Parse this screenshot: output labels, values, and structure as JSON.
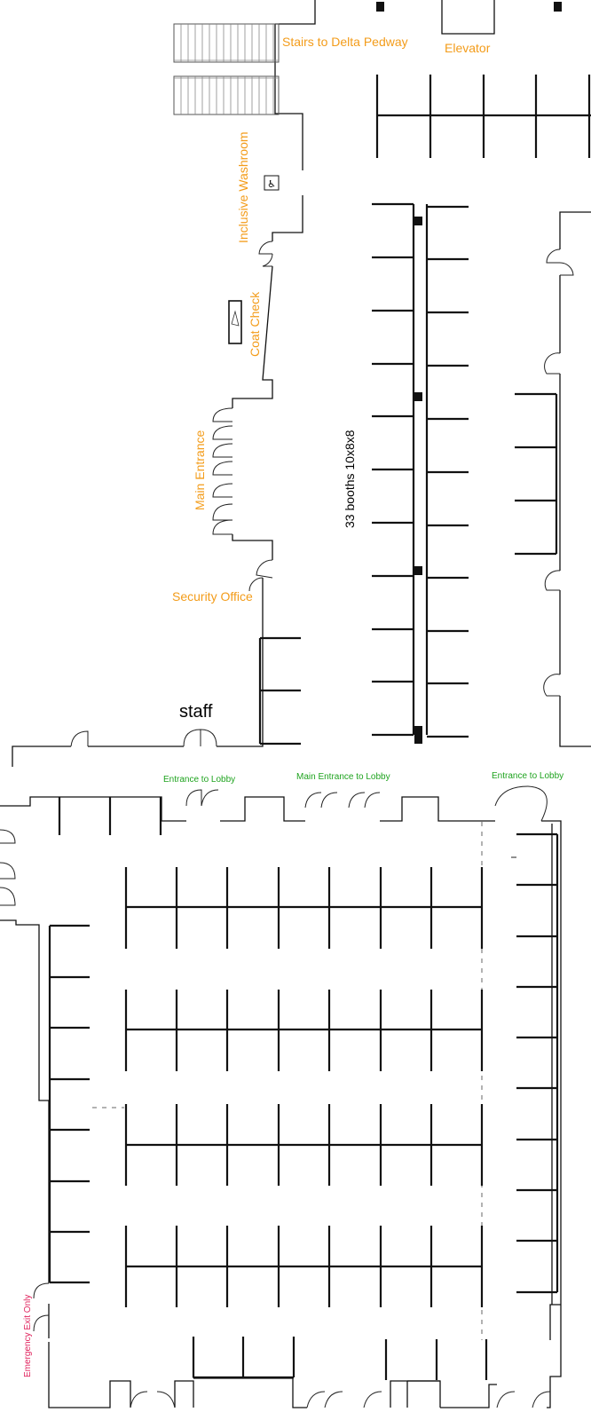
{
  "labels": {
    "stairs": "Stairs to Delta Pedway",
    "elevator": "Elevator",
    "washroom": "Inclusive Washroom",
    "coat_check": "Coat Check",
    "main_entrance": "Main Entrance",
    "security_office": "Security Office",
    "staff": "staff",
    "booths_note": "33  booths 10x8x8",
    "entrance_lobby_left": "Entrance to Lobby",
    "main_entrance_lobby": "Main Entrance to Lobby",
    "entrance_lobby_right": "Entrance to Lobby",
    "emergency_exit": "Emergency Exit Only"
  },
  "icons": {
    "washroom": "accessible-washroom-icon",
    "coat_check": "coat-hanger-icon"
  },
  "colors": {
    "labels": "#f39c1a",
    "entrances": "#1ea31e",
    "emergency": "#e0245e"
  }
}
